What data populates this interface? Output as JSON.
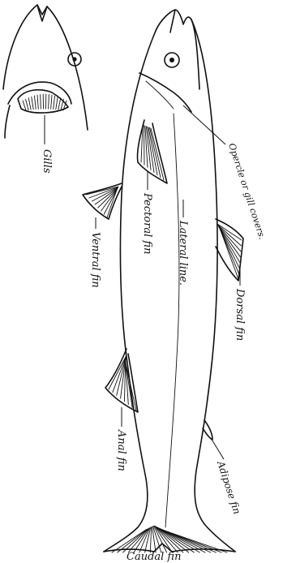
{
  "labels": {
    "gills": "Gills",
    "opercle": "Opercle or gill covers.",
    "pectoral": "Pectoral fin",
    "lateral": "Lateral line.",
    "ventral": "Ventral fin",
    "dorsal": "Dorsal fin",
    "anal": "Anal fin",
    "adipose": "Adipose fin",
    "caudal": "Caudal fin"
  }
}
